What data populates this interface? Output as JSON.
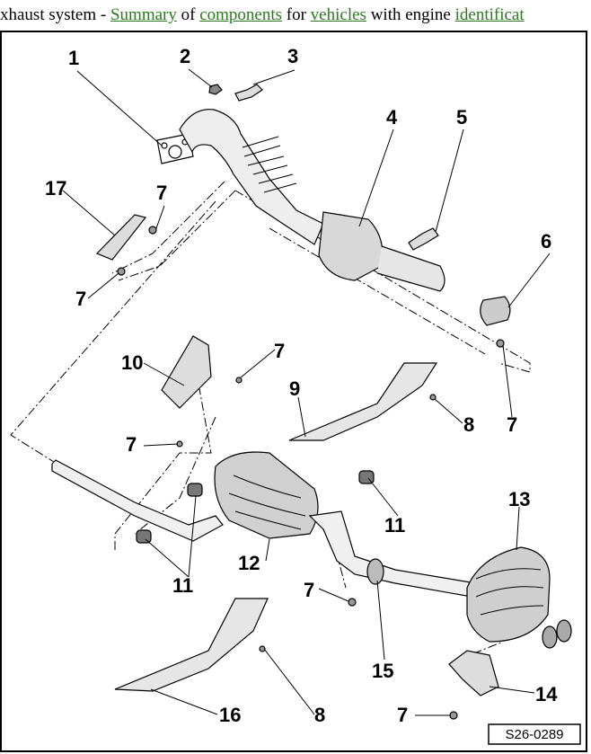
{
  "header": {
    "t1": "xhaust system - ",
    "l1": "Summary",
    "t2": " of ",
    "l2": "components",
    "t3": " for ",
    "l3": "vehicles",
    "t4": " with engine ",
    "l4": "identificat"
  },
  "diagram": {
    "reference_code": "S26-0289",
    "callouts": [
      "1",
      "2",
      "3",
      "4",
      "5",
      "6",
      "7",
      "8",
      "9",
      "10",
      "11",
      "12",
      "13",
      "14",
      "15",
      "16",
      "17"
    ]
  }
}
